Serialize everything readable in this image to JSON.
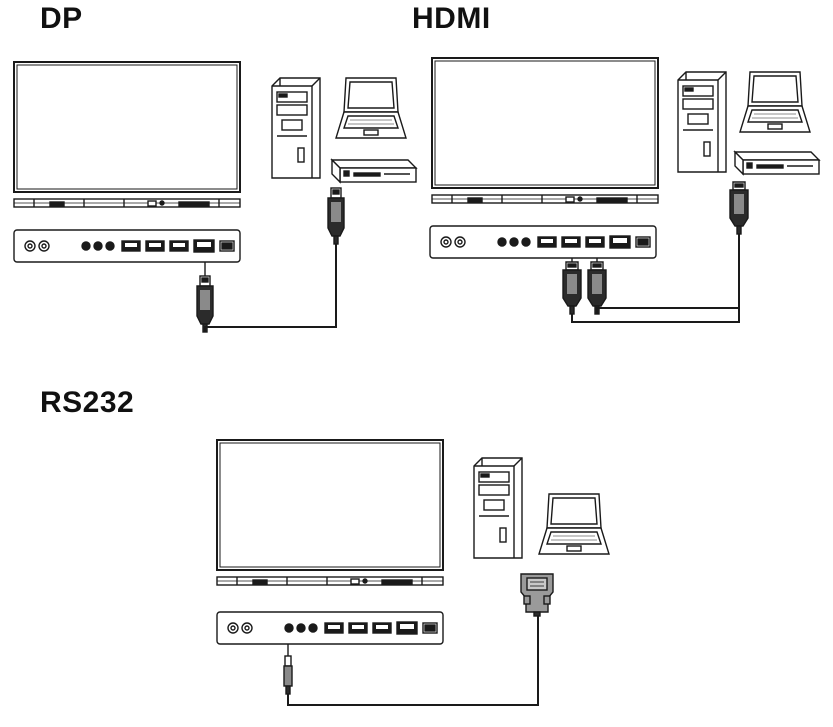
{
  "sections": {
    "dp": {
      "title": "DP"
    },
    "hdmi": {
      "title": "HDMI"
    },
    "rs232": {
      "title": "RS232"
    }
  },
  "colors": {
    "line": "#1a1a1a",
    "device_fill": "#ffffff",
    "connector_dark": "#2b2b2b",
    "connector_mid": "#8a8a8a",
    "vga_fill": "#9a9a9a"
  },
  "icons": [
    "monitor-icon",
    "tower-pc-icon",
    "laptop-icon",
    "media-player-icon",
    "displayport-connector-icon",
    "hdmi-connector-icon",
    "vga-connector-icon",
    "audio-jack-connector-icon"
  ]
}
